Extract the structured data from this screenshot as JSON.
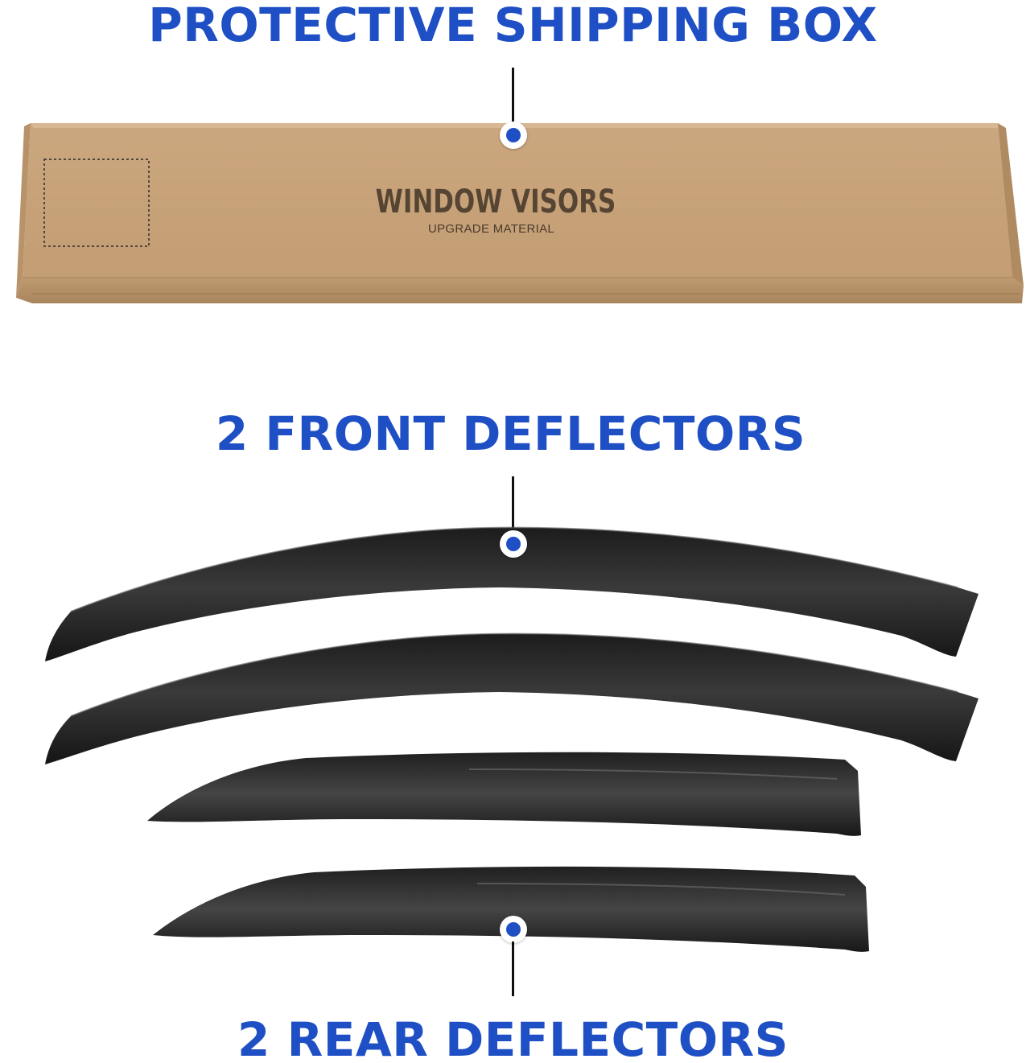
{
  "headings": {
    "box": "PROTECTIVE SHIPPING BOX",
    "front": "2 FRONT DEFLECTORS",
    "rear": "2 REAR DEFLECTORS"
  },
  "box": {
    "title": "WINDOW VISORS",
    "subtitle": "UPGRADE MATERIAL"
  },
  "colors": {
    "accent": "#1f4fc4",
    "cardboard": "#c8a47c",
    "visor": "#2a2a2a"
  },
  "icons": [
    "callout-dot-icon",
    "callout-dot-icon",
    "callout-dot-icon"
  ]
}
